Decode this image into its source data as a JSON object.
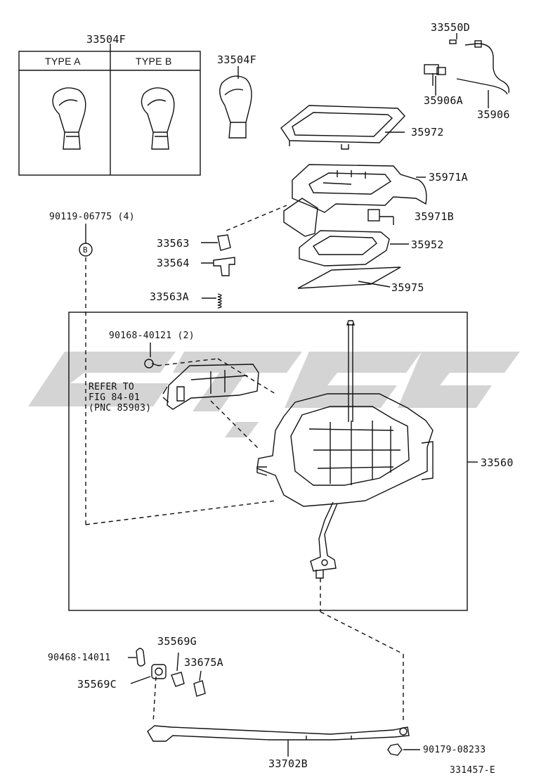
{
  "watermark": {
    "color": "#d4d4d4",
    "text": ""
  },
  "knob_box": {
    "title": "33504F",
    "type_a": "TYPE A",
    "type_b": "TYPE B"
  },
  "labels": {
    "knob_single": "33504F",
    "p33550D": "33550D",
    "p35906A": "35906A",
    "p35906": "35906",
    "p35972": "35972",
    "p35971A": "35971A",
    "p35971B": "35971B",
    "p35952": "35952",
    "p35975": "35975",
    "p90119": "90119-06775 (4)",
    "p_b": "B",
    "p33563": "33563",
    "p33564": "33564",
    "p33563A": "33563A",
    "p90168": "90168-40121 (2)",
    "p33560": "33560",
    "p90468": "90468-14011",
    "p35569G": "35569G",
    "p33675A": "33675A",
    "p35569C": "35569C",
    "p90179": "90179-08233",
    "p33702B": "33702B",
    "fig_code": "331457-E"
  },
  "refer_note": {
    "line1": "REFER TO",
    "line2": "FIG 84-01",
    "line3": "(PNC 85903)"
  }
}
